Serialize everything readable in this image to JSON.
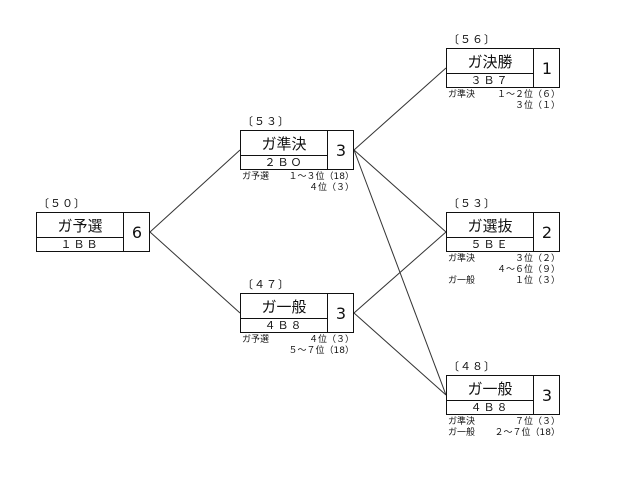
{
  "races": [
    {
      "id": "r50",
      "number": "〔５０〕",
      "name": "ガ予選",
      "code": "１ＢＢ",
      "count": "6",
      "notes": []
    },
    {
      "id": "r53a",
      "number": "〔５３〕",
      "name": "ガ準決",
      "code": "２ＢＯ",
      "count": "3",
      "notes": [
        {
          "source": "ガ予選",
          "range": "１～３位（18）"
        },
        {
          "source": "",
          "range": "４位（３）"
        }
      ]
    },
    {
      "id": "r47",
      "number": "〔４７〕",
      "name": "ガ一般",
      "code": "４Ｂ８",
      "count": "3",
      "notes": [
        {
          "source": "ガ予選",
          "range": "４位（３）"
        },
        {
          "source": "",
          "range": "５～７位（18）"
        }
      ]
    },
    {
      "id": "r56",
      "number": "〔５６〕",
      "name": "ガ決勝",
      "code": "３Ｂ７",
      "count": "1",
      "notes": [
        {
          "source": "ガ準決",
          "range": "１～２位（６）"
        },
        {
          "source": "",
          "range": "３位（１）"
        }
      ]
    },
    {
      "id": "r53b",
      "number": "〔５３〕",
      "name": "ガ選抜",
      "code": "５ＢＥ",
      "count": "2",
      "notes": [
        {
          "source": "ガ準決",
          "range": "３位（２）"
        },
        {
          "source": "",
          "range": "４～６位（９）"
        },
        {
          "source": "ガ一般",
          "range": "１位（３）"
        }
      ]
    },
    {
      "id": "r48",
      "number": "〔４８〕",
      "name": "ガ一般",
      "code": "４Ｂ８",
      "count": "3",
      "notes": [
        {
          "source": "ガ準決",
          "range": "７位（３）"
        },
        {
          "source": "ガ一般",
          "range": "２～７位（18）"
        }
      ]
    }
  ],
  "connections": [
    {
      "from": "r50",
      "to": "r53a"
    },
    {
      "from": "r50",
      "to": "r47"
    },
    {
      "from": "r53a",
      "to": "r56"
    },
    {
      "from": "r53a",
      "to": "r53b"
    },
    {
      "from": "r53a",
      "to": "r48"
    },
    {
      "from": "r47",
      "to": "r53b"
    },
    {
      "from": "r47",
      "to": "r48"
    }
  ],
  "colors": {
    "line": "#333333",
    "border": "#111111"
  }
}
